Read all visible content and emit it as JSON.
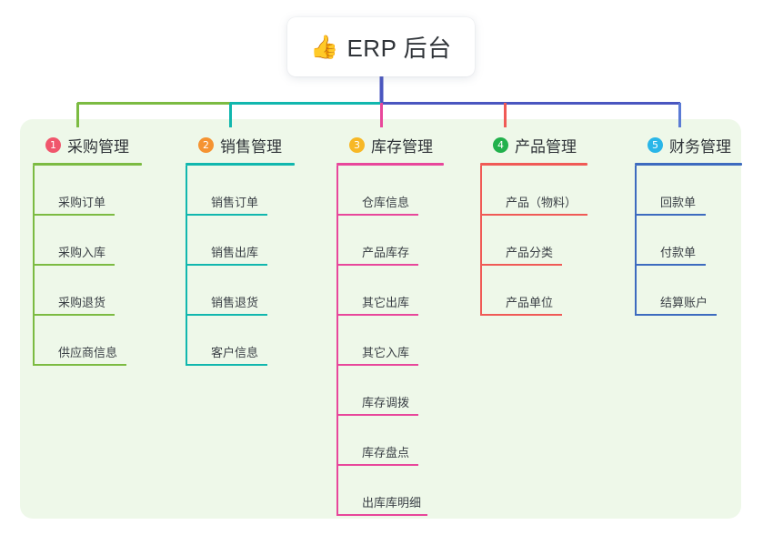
{
  "root": {
    "icon": "thumbs-up-icon",
    "emoji": "👍",
    "title": "ERP 后台"
  },
  "palette": {
    "panel_bg": "#eef8e9",
    "page_bg": "#ffffff",
    "card_bg": "#ffffff",
    "text": "#2f3338",
    "bus_green": "#7cbb42",
    "bus_teal": "#11b7ae",
    "bus_indigo": "#4a56c0",
    "stem_pink": "#e8479b",
    "stem_red": "#f05a56",
    "stem_blue": "#5b7bd5"
  },
  "columns": [
    {
      "index": "1",
      "badge_color": "#f0566c",
      "rule_color": "#7cbb42",
      "title": "采购管理",
      "head_rule_width": 120,
      "items": [
        {
          "label": "采购订单",
          "rule_width": 90
        },
        {
          "label": "采购入库",
          "rule_width": 90
        },
        {
          "label": "采购退货",
          "rule_width": 90
        },
        {
          "label": "供应商信息",
          "rule_width": 103
        }
      ]
    },
    {
      "index": "2",
      "badge_color": "#f59331",
      "rule_color": "#11b7ae",
      "title": "销售管理",
      "head_rule_width": 120,
      "items": [
        {
          "label": "销售订单",
          "rule_width": 90
        },
        {
          "label": "销售出库",
          "rule_width": 90
        },
        {
          "label": "销售退货",
          "rule_width": 90
        },
        {
          "label": "客户信息",
          "rule_width": 90
        }
      ]
    },
    {
      "index": "3",
      "badge_color": "#f7b826",
      "rule_color": "#e8479b",
      "title": "库存管理",
      "head_rule_width": 118,
      "items": [
        {
          "label": "仓库信息",
          "rule_width": 90
        },
        {
          "label": "产品库存",
          "rule_width": 90
        },
        {
          "label": "其它出库",
          "rule_width": 90
        },
        {
          "label": "其它入库",
          "rule_width": 90
        },
        {
          "label": "库存调拨",
          "rule_width": 90
        },
        {
          "label": "库存盘点",
          "rule_width": 90
        },
        {
          "label": "出库库明细",
          "rule_width": 100
        }
      ]
    },
    {
      "index": "4",
      "badge_color": "#22b14c",
      "rule_color": "#f05a56",
      "title": "产品管理",
      "head_rule_width": 118,
      "items": [
        {
          "label": "产品（物料）",
          "rule_width": 118
        },
        {
          "label": "产品分类",
          "rule_width": 90
        },
        {
          "label": "产品单位",
          "rule_width": 90
        }
      ]
    },
    {
      "index": "5",
      "badge_color": "#29b6e8",
      "rule_color": "#3d6bbf",
      "title": "财务管理",
      "head_rule_width": 118,
      "items": [
        {
          "label": "回款单",
          "rule_width": 78
        },
        {
          "label": "付款单",
          "rule_width": 78
        },
        {
          "label": "结算账户",
          "rule_width": 90
        }
      ]
    }
  ]
}
